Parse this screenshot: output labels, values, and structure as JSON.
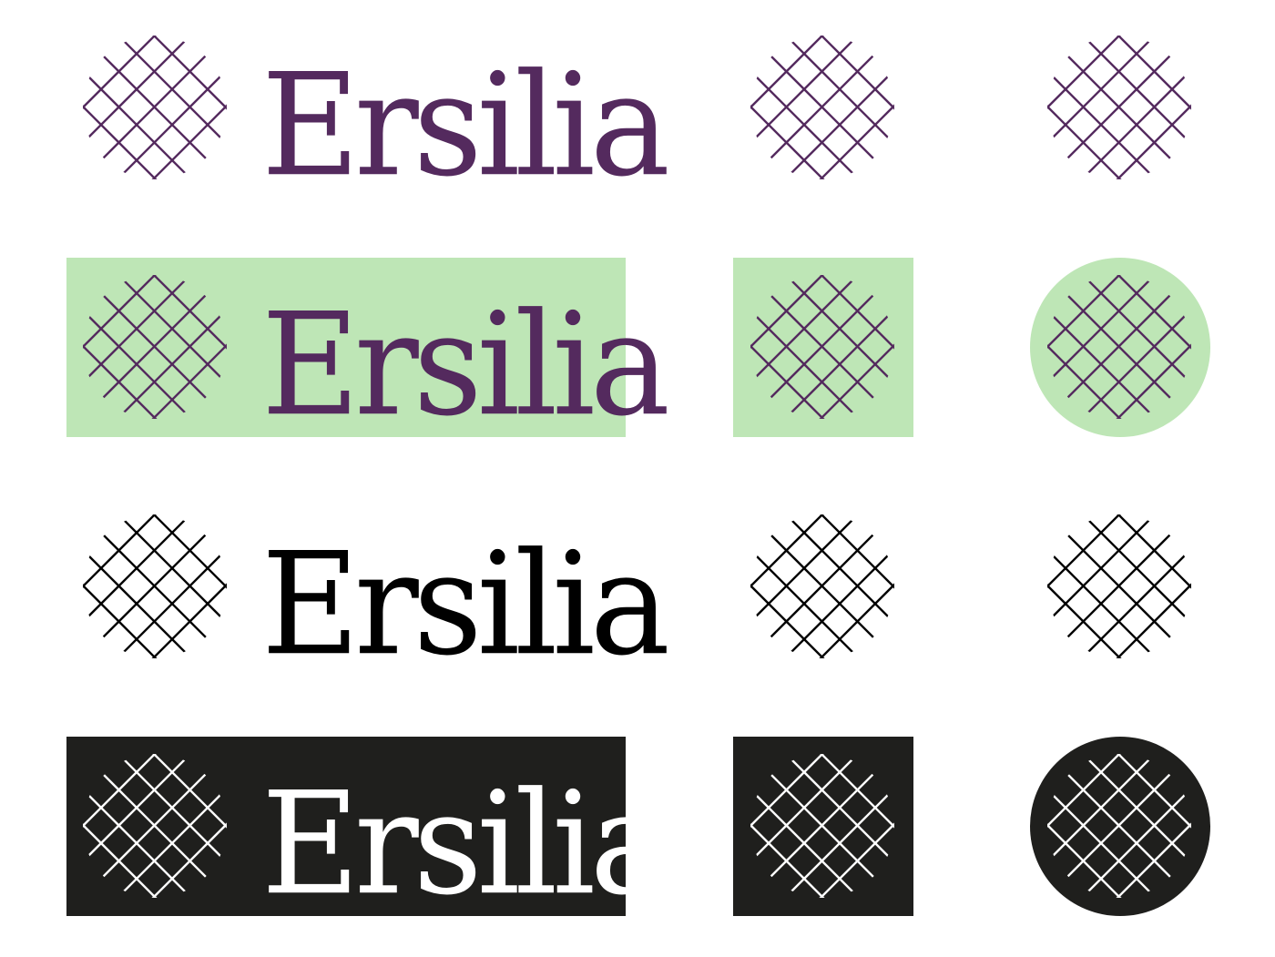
{
  "brand": {
    "name": "Ersilia",
    "colors": {
      "purple": "#542a5e",
      "light_green": "#bee6b6",
      "black": "#000000",
      "dark_background": "#1f1f1d",
      "white": "#ffffff"
    }
  },
  "variants": [
    {
      "id": "purple-on-white",
      "wordmark": "Ersilia",
      "mark_color": "#542a5e",
      "background": "#ffffff",
      "icon": "crosshatch-circle-icon"
    },
    {
      "id": "purple-on-green",
      "wordmark": "Ersilia",
      "mark_color": "#542a5e",
      "background": "#bee6b6",
      "icon": "crosshatch-circle-icon"
    },
    {
      "id": "black-on-white",
      "wordmark": "Ersilia",
      "mark_color": "#000000",
      "background": "#ffffff",
      "icon": "crosshatch-circle-icon"
    },
    {
      "id": "white-on-black",
      "wordmark": "Ersilia",
      "mark_color": "#ffffff",
      "background": "#1f1f1d",
      "icon": "crosshatch-circle-icon"
    }
  ]
}
